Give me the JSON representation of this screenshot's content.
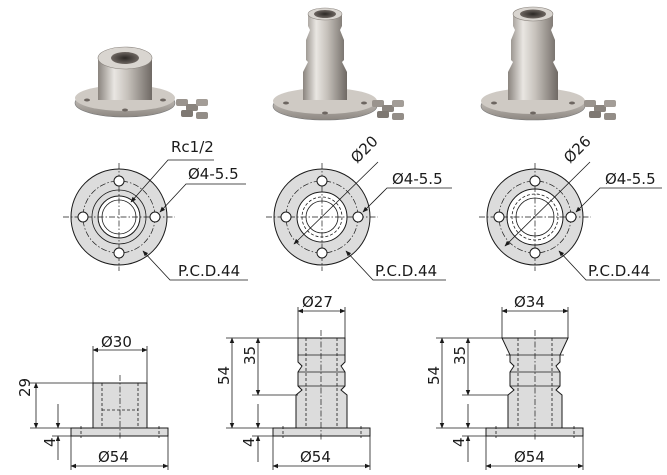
{
  "colors": {
    "steel_light": "#e9e6e2",
    "steel_mid": "#b9b4ae",
    "steel_dark": "#7e7872",
    "drawing_fill": "#dcdcdc",
    "line": "#1a1a1a"
  },
  "plan_views": [
    {
      "bore_label": "Rc1/2",
      "hole_label": "Ø4-5.5",
      "pcd_label": "P.C.D.44"
    },
    {
      "bore_label": "Ø20",
      "hole_label": "Ø4-5.5",
      "pcd_label": "P.C.D.44"
    },
    {
      "bore_label": "Ø26",
      "hole_label": "Ø4-5.5",
      "pcd_label": "P.C.D.44"
    }
  ],
  "side_views": [
    {
      "top_dia": "Ø30",
      "height": "29",
      "flange": "4",
      "base_dia": "Ø54"
    },
    {
      "top_dia": "Ø27",
      "height": "54",
      "barb": "35",
      "flange": "4",
      "base_dia": "Ø54"
    },
    {
      "top_dia": "Ø34",
      "height": "54",
      "barb": "35",
      "flange": "4",
      "base_dia": "Ø54"
    }
  ]
}
